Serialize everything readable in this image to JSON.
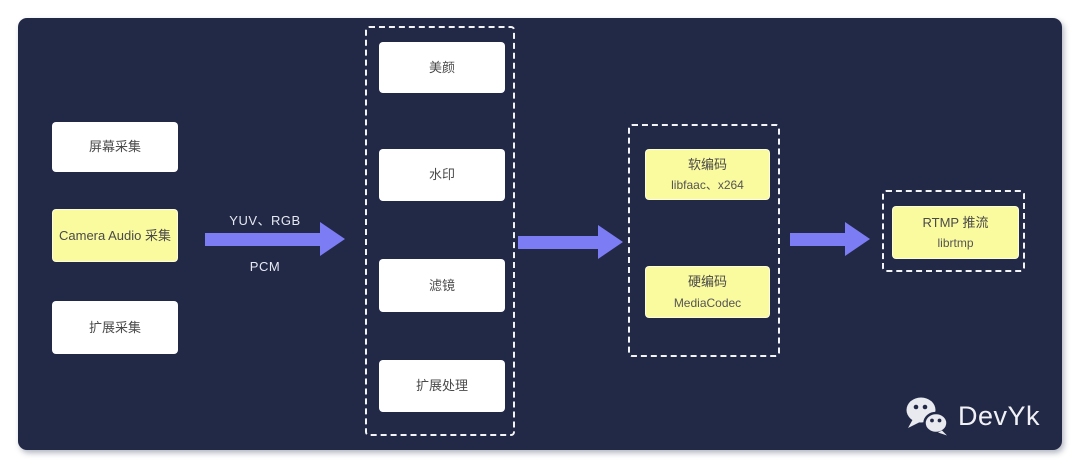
{
  "diagram": {
    "title_hint": "live-streaming pipeline flow",
    "colors": {
      "panel_bg": "#222946",
      "node_white": "#ffffff",
      "node_yellow": "#fafa9e",
      "arrow": "#7c7cf4",
      "dashed_border": "#ffffff",
      "node_text": "#4a4a4a",
      "label_text": "#e6e8f2"
    },
    "capture": {
      "items": [
        {
          "label": "屏幕采集",
          "variant": "white"
        },
        {
          "label": "Camera Audio 采集",
          "variant": "yellow"
        },
        {
          "label": "扩展采集",
          "variant": "white"
        }
      ]
    },
    "flow1": {
      "top_label": "YUV、RGB",
      "bottom_label": "PCM"
    },
    "processing": {
      "items": [
        {
          "label": "美颜"
        },
        {
          "label": "水印"
        },
        {
          "label": "滤镜"
        },
        {
          "label": "扩展处理"
        }
      ]
    },
    "encoding": {
      "items": [
        {
          "title": "软编码",
          "subtitle": "libfaac、x264"
        },
        {
          "title": "硬编码",
          "subtitle": "MediaCodec"
        }
      ]
    },
    "output": {
      "title": "RTMP 推流",
      "subtitle": "librtmp"
    },
    "brand": {
      "name": "DevYk",
      "icon": "wechat-icon"
    }
  }
}
